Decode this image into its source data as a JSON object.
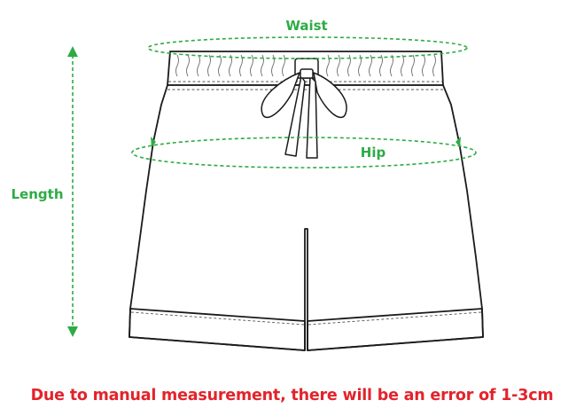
{
  "labels": {
    "waist": "Waist",
    "hip": "Hip",
    "length": "Length"
  },
  "note": "Due to manual measurement, there will be an error of 1-3cm",
  "colors": {
    "measure": "#2eab45",
    "note": "#e3232b",
    "outline": "#1a1a1a"
  },
  "icons": [
    "drawstring-bow-icon",
    "arrow-up-icon",
    "arrow-down-icon",
    "arrow-left-icon",
    "arrow-right-icon"
  ]
}
